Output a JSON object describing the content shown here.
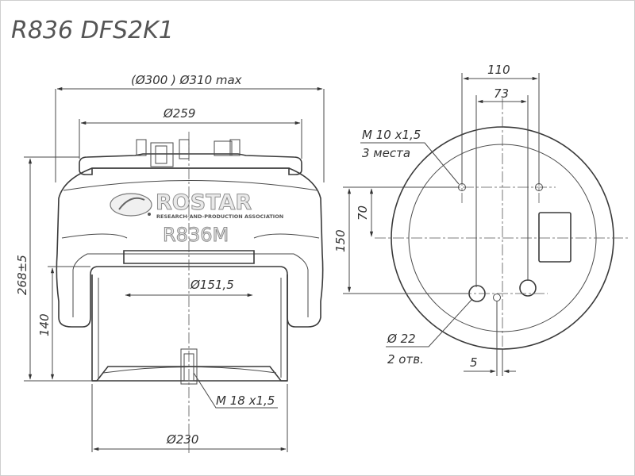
{
  "title": "R836 DFS2K1",
  "side_view": {
    "dim_outer": "(Ø300 ) Ø310 max",
    "dim_top_plate": "Ø259",
    "dim_piston_inner": "Ø151,5",
    "dim_piston_base": "Ø230",
    "dim_height": "268±5",
    "dim_piston_height": "140",
    "thread_bottom": "M 18 x1,5",
    "brand_name": "ROSTAR",
    "brand_tagline": "RESEARCH-AND-PRODUCTION ASSOCIATION",
    "bellow_model": "R836M"
  },
  "top_view": {
    "dim_110": "110",
    "dim_73": "73",
    "dim_70": "70",
    "dim_150": "150",
    "dim_5": "5",
    "thread_top_line1": "M 10 x1,5",
    "thread_top_line2": "3 места",
    "hole_line1": "Ø 22",
    "hole_line2": "2 отв."
  }
}
